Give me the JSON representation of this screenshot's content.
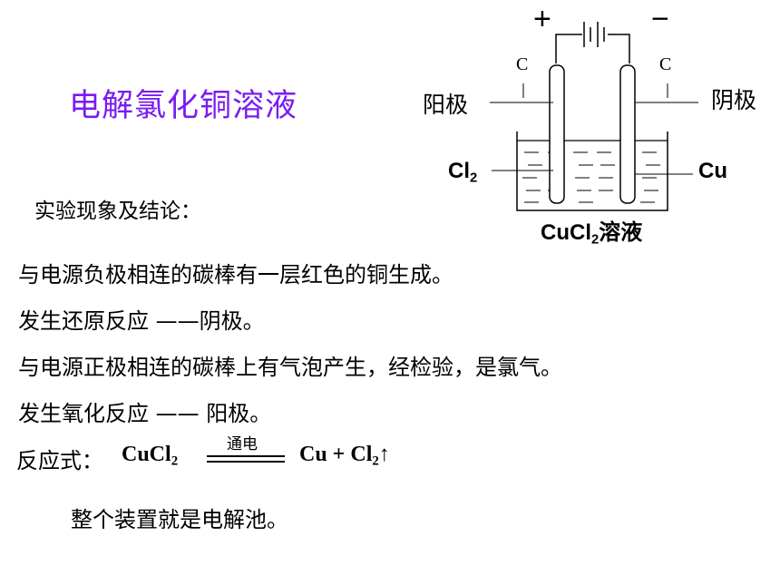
{
  "title": "电解氯化铜溶液",
  "subheading": "实验现象及结论：",
  "lines": [
    "与电源负极相连的碳棒有一层红色的铜生成。",
    "发生还原反应 ——阴极。",
    "与电源正极相连的碳棒上有气泡产生，经检验，是氯气。",
    "发生氧化反应 —— 阳极。"
  ],
  "equation": {
    "label": "反应式：",
    "left": "CuCl",
    "left_sub": "2",
    "condition": "通电",
    "right_a": "Cu + Cl",
    "right_sub": "2",
    "right_arrow": "↑"
  },
  "summary": "整个装置就是电解池。",
  "diagram": {
    "plus": "+",
    "minus": "−",
    "electrode_left": "C",
    "electrode_right": "C",
    "anode_label": "阳极",
    "cathode_label": "阴极",
    "gas_label": "Cl",
    "gas_sub": "2",
    "metal_label": "Cu",
    "solution_a": "CuCl",
    "solution_sub": "2",
    "solution_b": "溶液"
  }
}
